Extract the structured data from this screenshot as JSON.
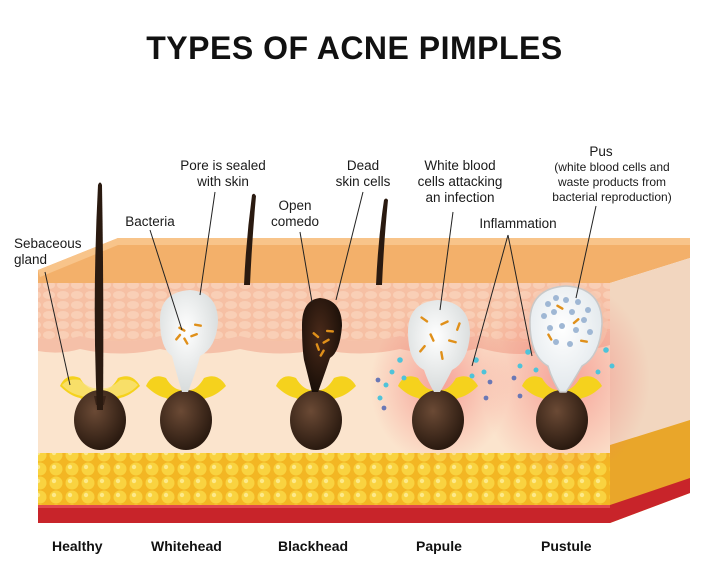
{
  "title": "TYPES OF ACNE PIMPLES",
  "labels": {
    "sebaceous_gland": "Sebaceous\ngland",
    "bacteria": "Bacteria",
    "pore_sealed": "Pore is sealed\nwith skin",
    "open_comedo": "Open\ncomedo",
    "dead_skin_cells": "Dead\nskin cells",
    "white_blood_cells": "White blood\ncells attacking\nan infection",
    "inflammation": "Inflammation",
    "pus_title": "Pus",
    "pus_desc": "(white blood cells and\nwaste products from\nbacterial reproduction)"
  },
  "types": [
    "Healthy",
    "Whitehead",
    "Blackhead",
    "Papule",
    "Pustule"
  ],
  "colors": {
    "skin_top": "#f6b26b",
    "epidermis": "#f4c7a8",
    "dermis": "#fbe4cd",
    "fat": "#f7c730",
    "muscle": "#c8242a",
    "follicle": "#4a2f1f",
    "gland": "#f5d21d",
    "inflammation": "#f05a5a"
  }
}
